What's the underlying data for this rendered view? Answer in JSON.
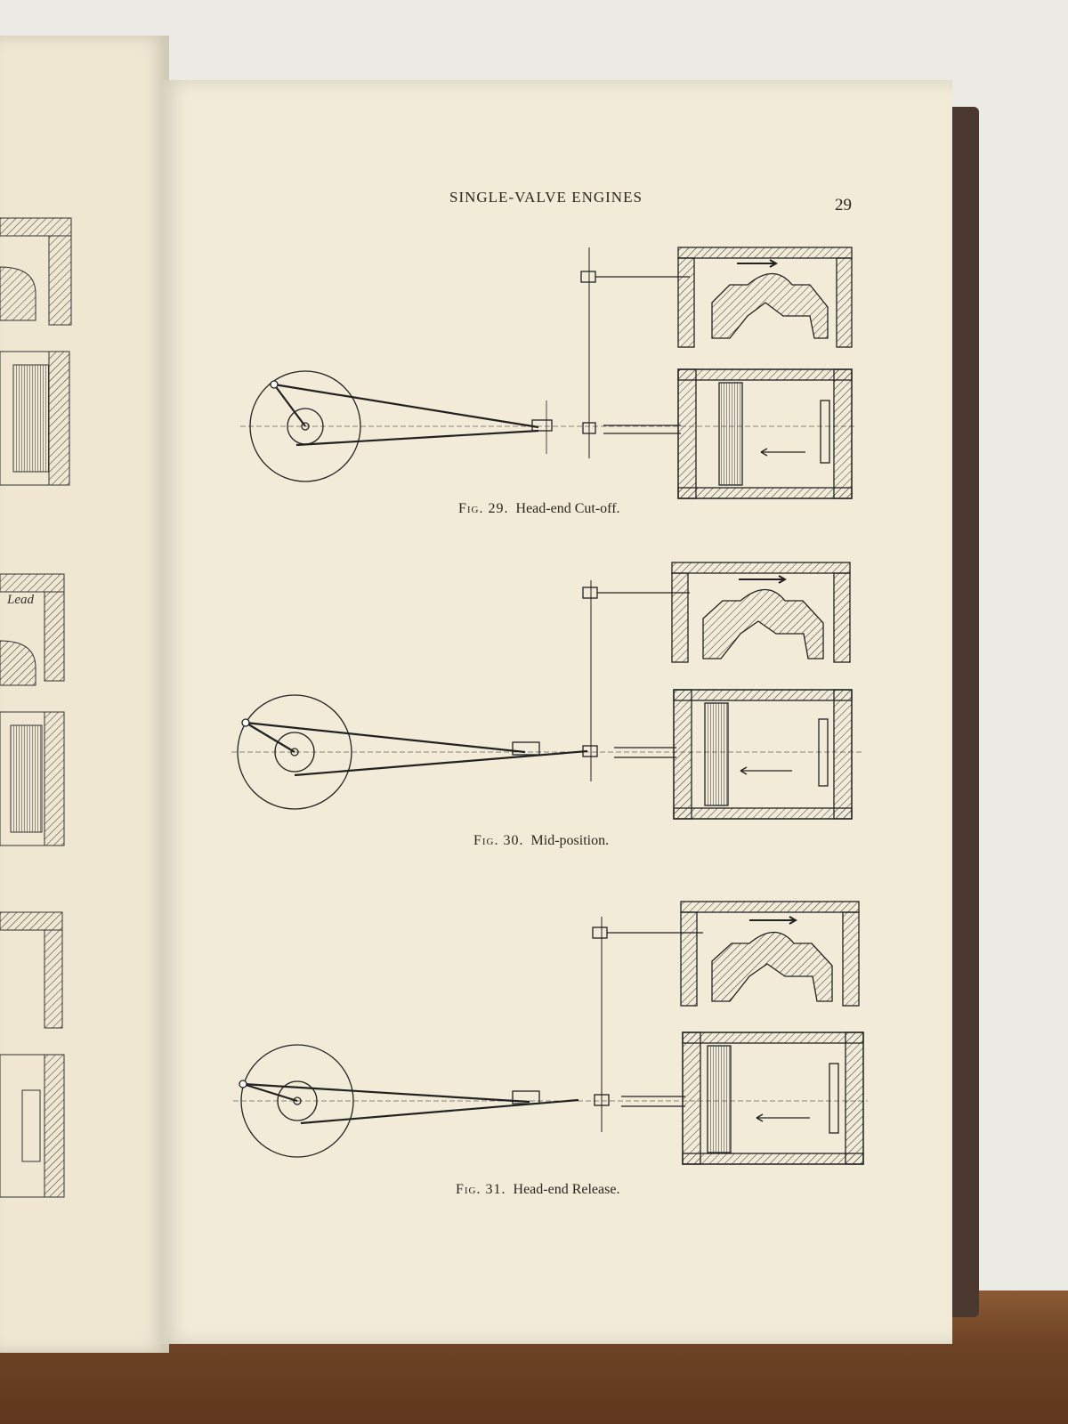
{
  "running_head": "SINGLE-VALVE ENGINES",
  "page_number": "29",
  "figures": [
    {
      "label": "Fig. 29.",
      "title": "Head-end Cut-off."
    },
    {
      "label": "Fig. 30.",
      "title": "Mid-position."
    },
    {
      "label": "Fig. 31.",
      "title": "Head-end Release."
    }
  ],
  "left_page_annotation": "Lead"
}
